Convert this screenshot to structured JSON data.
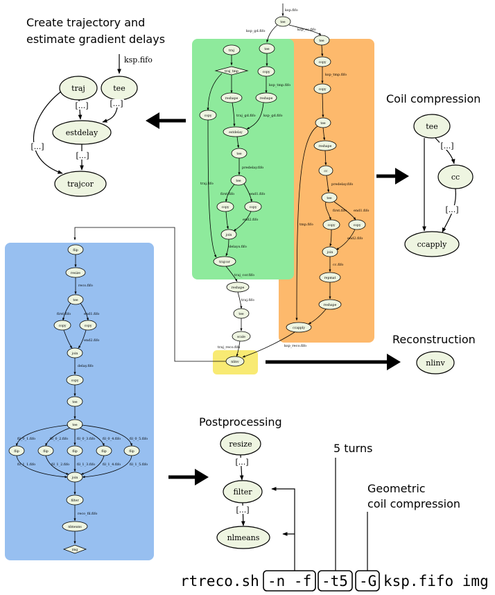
{
  "headings": {
    "traj_title_1": "Create trajectory and",
    "traj_title_2": "estimate gradient delays",
    "coil": "Coil compression",
    "recon": "Reconstruction",
    "post": "Postprocessing",
    "turns": "5 turns",
    "geo_1": "Geometric",
    "geo_2": "coil compression"
  },
  "command": {
    "program": "rtreco.sh",
    "opt_nf": "-n -f",
    "opt_t5": "-t5",
    "opt_g": "-G",
    "args": "ksp.fifo img"
  },
  "traj_zoom": {
    "input": "ksp.fifo",
    "traj": "traj",
    "tee": "tee",
    "estdelay": "estdelay",
    "trajcor": "trajcor",
    "ellipsis_a": "[...]",
    "ellipsis_b": "[...]",
    "ellipsis_c": "[...]",
    "ellipsis_d": "[...]"
  },
  "coil_zoom": {
    "tee": "tee",
    "cc": "cc",
    "ccapply": "ccapply",
    "ellipsis_a": "[...]",
    "ellipsis_b": "[...]"
  },
  "recon_zoom": {
    "nlinv": "nlinv"
  },
  "post_zoom": {
    "resize": "resize",
    "filter": "filter",
    "nlmeans": "nlmeans",
    "ellipsis_a": "[...]",
    "ellipsis_b": "[...]"
  },
  "top_graph": {
    "in_ksp": "ksp.fifo",
    "tee0": "tee",
    "e_ksp_gd": "ksp_gd.fifo",
    "e_ksp_cc": "ksp_cc.fifo",
    "traj": "traj",
    "tee_g": "tee",
    "traj_tmp": "traj_tmp",
    "copy_g": "copy",
    "e_ksp_tmp_g": "ksp_tmp.fifo",
    "copy_l": "copy",
    "reshape_a": "reshape",
    "reshape_b": "reshape",
    "e_traj_gd": "traj_gd.fifo",
    "e_ksp_gd2": "ksp_gd.fifo",
    "e_traj": "traj.fifo",
    "estdelay": "estdelay",
    "tee_d": "tee",
    "e_predelay": "predelay.fifo",
    "tee_e": "tee",
    "e_first": "first.fifo",
    "e_end1": "end1.fifo",
    "copy_d1": "copy",
    "copy_d2": "copy",
    "e_end2": "end2.fifo",
    "join_d": "join",
    "e_delays": "delays.fifo",
    "trajcor": "trajcor",
    "e_traj_cor": "traj_cor.fifo",
    "reshape_c": "reshape",
    "e_traj2": "traj.fifo",
    "tee_f": "tee",
    "scale": "scale",
    "e_traj_reco": "traj_reco.fifo",
    "nlinv": "nlinv",
    "tee_o": "tee",
    "copy_o1": "copy",
    "e_ksp_tmp_o": "ksp_tmp.fifo",
    "copy_o2": "copy",
    "tee_o2": "tee",
    "reshape_o": "reshape",
    "cc": "cc",
    "e_predelay_o": "predelay.fifo",
    "tee_o3": "tee",
    "e_first_o": "first.fifo",
    "e_end1_o": "end1.fifo",
    "copy_o3": "copy",
    "copy_o4": "copy",
    "e_end2_o": "end2.fifo",
    "e_tmp_o": "tmp.fifo",
    "join_o": "join",
    "e_cc_o": "cc.fifo",
    "repmat": "repmat",
    "reshape_o2": "reshape",
    "ccapply": "ccapply",
    "e_ksp_reco": "ksp_reco.fifo"
  },
  "post_graph": {
    "flip": "flip",
    "resize": "resize",
    "e_reco": "reco.fifo",
    "tee1": "tee",
    "e_first": "first.fifo",
    "e_end1": "end1.fifo",
    "copy1": "copy",
    "copy2": "copy",
    "e_end2": "end2.fifo",
    "join1": "join",
    "e_delay": "delay.fifo",
    "copy3": "copy",
    "tee2": "tee",
    "tee3": "tee",
    "f1": "flip",
    "f2": "flip",
    "f3": "flip",
    "f4": "flip",
    "f5": "flip",
    "e_fil01": "fil_0_1.fifo",
    "e_fil02": "fil_0_2.fifo",
    "e_fil03": "fil_0_3.fifo",
    "e_fil04": "fil_0_4.fifo",
    "e_fil05": "fil_0_5.fifo",
    "e_fil11": "fil_1_1.fifo",
    "e_fil12": "fil_1_2.fifo",
    "e_fil13": "fil_1_3.fifo",
    "e_fil14": "fil_1_4.fifo",
    "e_fil15": "fil_1_5.fifo",
    "join2": "join",
    "filter": "filter",
    "e_reco_fil": "reco_fil.fifo",
    "nlmeans": "nlmeans",
    "img": "img"
  },
  "colors": {
    "green_panel": "#8eea9c",
    "orange_panel": "#fdb96c",
    "blue_panel": "#97bff0",
    "yellow_panel": "#f8ea73",
    "node_fill": "#eef5e1"
  }
}
